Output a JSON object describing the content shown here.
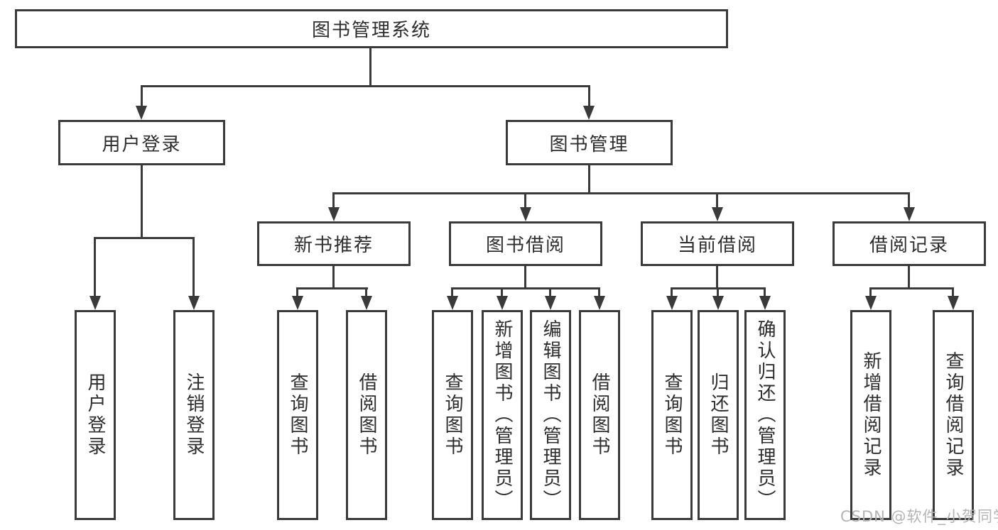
{
  "diagram": {
    "root": {
      "label": "图书管理系统"
    },
    "level2": {
      "user_login": {
        "label": "用户登录"
      },
      "book_management": {
        "label": "图书管理"
      }
    },
    "level3": {
      "new_book_recommend": {
        "label": "新书推荐"
      },
      "book_borrow": {
        "label": "图书借阅"
      },
      "current_borrow": {
        "label": "当前借阅"
      },
      "borrow_records": {
        "label": "借阅记录"
      }
    },
    "leaves": {
      "user_login": [
        {
          "label": "用户登录"
        },
        {
          "label": "注销登录"
        }
      ],
      "new_book_recommend": [
        {
          "label": "查询图书"
        },
        {
          "label": "借阅图书"
        }
      ],
      "book_borrow": [
        {
          "label": "查询图书"
        },
        {
          "label": "新增图书（管理员）"
        },
        {
          "label": "编辑图书（管理员）"
        },
        {
          "label": "借阅图书"
        }
      ],
      "current_borrow": [
        {
          "label": "查询图书"
        },
        {
          "label": "归还图书"
        },
        {
          "label": "确认归还（管理员）"
        }
      ],
      "borrow_records": [
        {
          "label": "新增借阅记录"
        },
        {
          "label": "查询借阅记录"
        }
      ]
    },
    "colors": {
      "line": "#3a3a3a",
      "text": "#2d2d2d",
      "background": "#ffffff",
      "watermark": "#b4b4b4"
    }
  },
  "watermark": {
    "text": "CSDN @软件_小贺同学"
  }
}
